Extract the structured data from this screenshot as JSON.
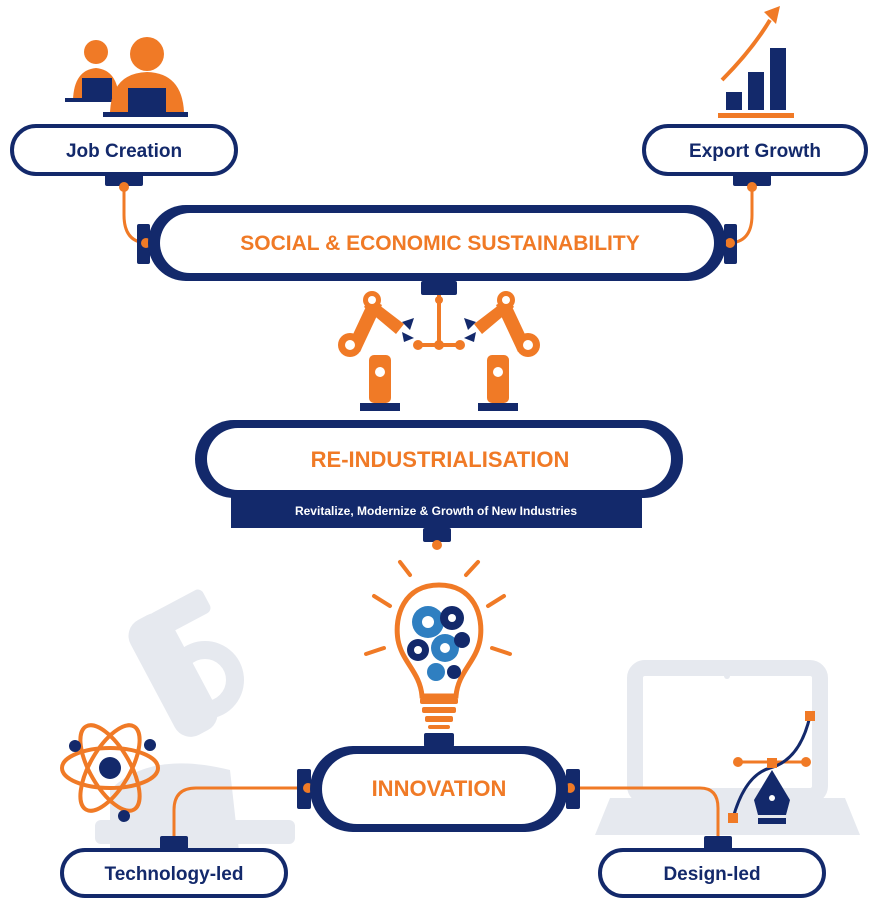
{
  "diagram": {
    "top_left_box": {
      "label": "Job Creation"
    },
    "top_right_box": {
      "label": "Export Growth"
    },
    "sustainability_bar": {
      "label": "SOCIAL & ECONOMIC SUSTAINABILITY"
    },
    "reindustrialisation_bar": {
      "label": "RE-INDUSTRIALISATION",
      "subtitle": "Revitalize, Modernize & Growth of New Industries"
    },
    "innovation_bar": {
      "label": "INNOVATION"
    },
    "bottom_left_box": {
      "label": "Technology-led"
    },
    "bottom_right_box": {
      "label": "Design-led"
    },
    "colors": {
      "navy": "#13296b",
      "orange": "#f07a26",
      "blue": "#2f7fc1",
      "light_gray": "#e6e9ef",
      "white": "#ffffff"
    },
    "icons": [
      "people-at-computers-icon",
      "growth-bar-chart-icon",
      "robotic-arms-icon",
      "lightbulb-gears-icon",
      "microscope-icon",
      "atom-icon",
      "laptop-icon",
      "pen-tool-icon"
    ]
  }
}
